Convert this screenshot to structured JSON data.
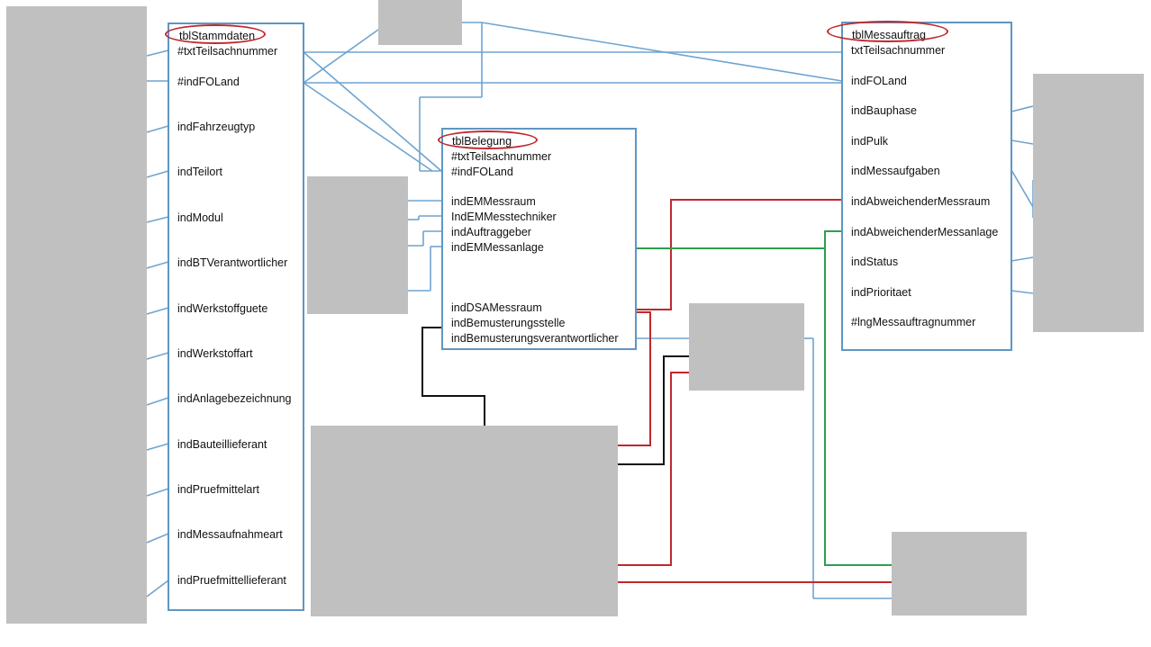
{
  "diagram": {
    "tables": {
      "stammdaten": {
        "title": "tblStammdaten",
        "fields": [
          "#txtTeilsachnummer",
          "#indFOLand",
          "indFahrzeugtyp",
          "indTeilort",
          "indModul",
          "indBTVerantwortlicher",
          "indWerkstoffguete",
          "indWerkstoffart",
          "indAnlagebezeichnung",
          "indBauteillieferant",
          "indPruefmittelart",
          "indMessaufnahmeart",
          "indPruefmittellieferant"
        ]
      },
      "belegung": {
        "title": "tblBelegung",
        "fields": [
          "#txtTeilsachnummer",
          "#indFOLand",
          "indEMMessraum",
          "IndEMMesstechniker",
          "indAuftraggeber",
          "indEMMessanlage",
          "indDSAMessraum",
          "indBemusterungsstelle",
          "indBemusterungsverantwortlicher"
        ]
      },
      "messauftrag": {
        "title": "tblMessauftrag",
        "fields": [
          "txtTeilsachnummer",
          "indFOLand",
          "indBauphase",
          "indPulk",
          "indMessaufgaben",
          "indAbweichenderMessraum",
          "indAbweichenderMessanlage",
          "indStatus",
          "indPrioritaet",
          "#lngMessauftragnummer"
        ]
      }
    },
    "colors": {
      "table_border": "#5f96c2",
      "link_blue": "#6ea4d0",
      "link_red": "#c0282d",
      "link_green": "#2e9e4f",
      "link_black": "#111111",
      "highlight_ellipse": "#c0282d",
      "redacted_block": "#c0c0c0"
    }
  }
}
